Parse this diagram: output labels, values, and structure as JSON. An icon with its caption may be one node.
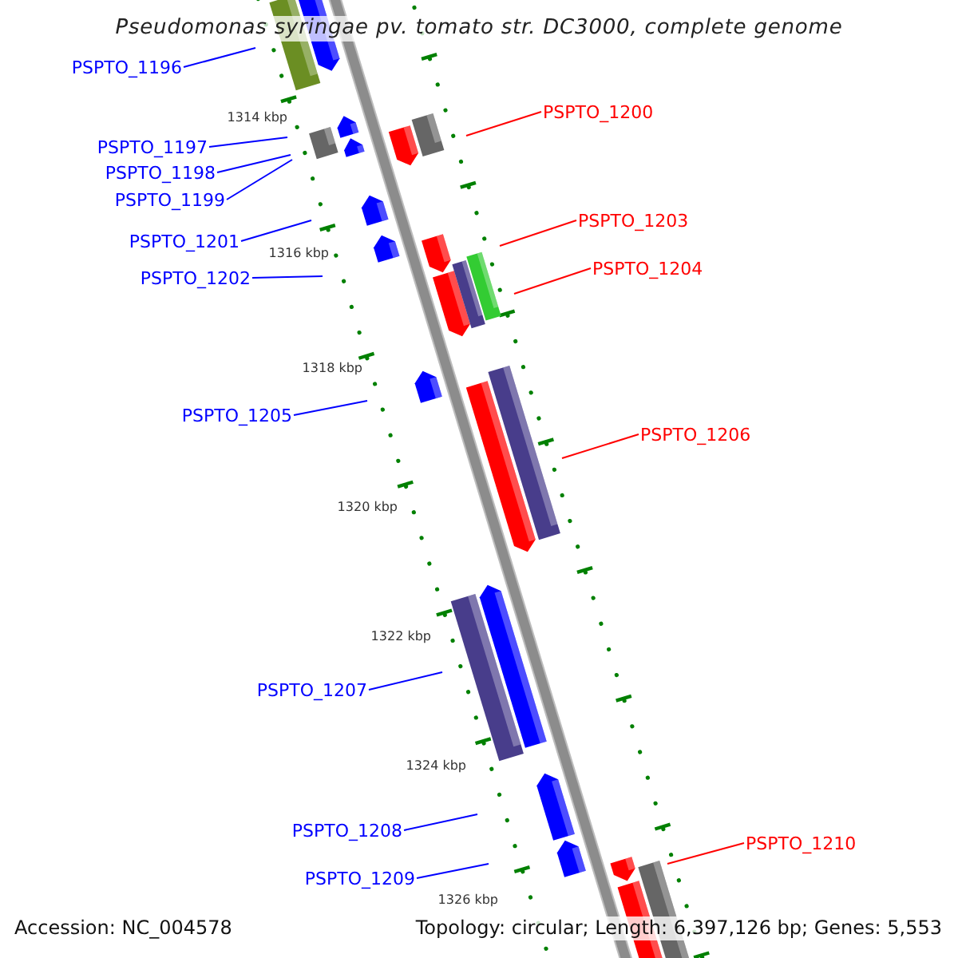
{
  "diagram": {
    "title": "Pseudomonas syringae pv. tomato str. DC3000, complete genome",
    "nodes": [
      {
        "text": [
          "PSPTO_1196"
        ]
      },
      {
        "text": [
          "PSPTO_1200"
        ]
      },
      {
        "text": [
          "PSPTO_1197"
        ]
      },
      {
        "text": [
          "PSPTO_1198"
        ]
      },
      {
        "text": [
          "PSPTO_1199"
        ]
      },
      {
        "text": [
          "PSPTO_1203"
        ]
      },
      {
        "text": [
          "PSPTO_1201"
        ]
      },
      {
        "text": [
          "PSPTO_1204"
        ]
      },
      {
        "text": [
          "PSPTO_1202"
        ]
      },
      {
        "text": [
          "PSPTO_1205"
        ]
      },
      {
        "text": [
          "PSPTO_1206"
        ]
      },
      {
        "text": [
          "PSPTO_1207"
        ]
      },
      {
        "text": [
          "PSPTO_1208"
        ]
      },
      {
        "text": [
          "PSPTO_1210"
        ]
      },
      {
        "text": [
          "PSPTO_1209"
        ]
      }
    ],
    "edges": [
      {
        "from": 0,
        "to": null,
        "arrow": "none"
      },
      {
        "from": 1,
        "to": null,
        "arrow": "none",
        "color": "#ff0000"
      },
      {
        "from": 2,
        "to": null,
        "arrow": "none"
      },
      {
        "from": 3,
        "to": null,
        "arrow": "none"
      },
      {
        "from": 4,
        "to": null,
        "arrow": "none"
      },
      {
        "from": 5,
        "to": null,
        "arrow": "none",
        "color": "#ff0000"
      },
      {
        "from": 6,
        "to": null,
        "arrow": "none"
      },
      {
        "from": 7,
        "to": null,
        "arrow": "none",
        "color": "#ff0000"
      },
      {
        "from": 8,
        "to": null,
        "arrow": "none"
      },
      {
        "from": 9,
        "to": null,
        "arrow": "none"
      },
      {
        "from": 10,
        "to": null,
        "arrow": "none",
        "color": "#ff0000"
      },
      {
        "from": 11,
        "to": null,
        "arrow": "none"
      },
      {
        "from": 12,
        "to": null,
        "arrow": "none"
      },
      {
        "from": 13,
        "to": null,
        "arrow": "none",
        "color": "#ff0000"
      },
      {
        "from": 14,
        "to": null,
        "arrow": "none"
      }
    ],
    "labels": [
      "1314 kbp",
      "1316 kbp",
      "1318 kbp",
      "1320 kbp",
      "1322 kbp",
      "1324 kbp",
      "1326 kbp",
      "Accession: NC_004578",
      "Topology: circular; Length: 6,397,126 bp; Genes: 5,553"
    ]
  }
}
